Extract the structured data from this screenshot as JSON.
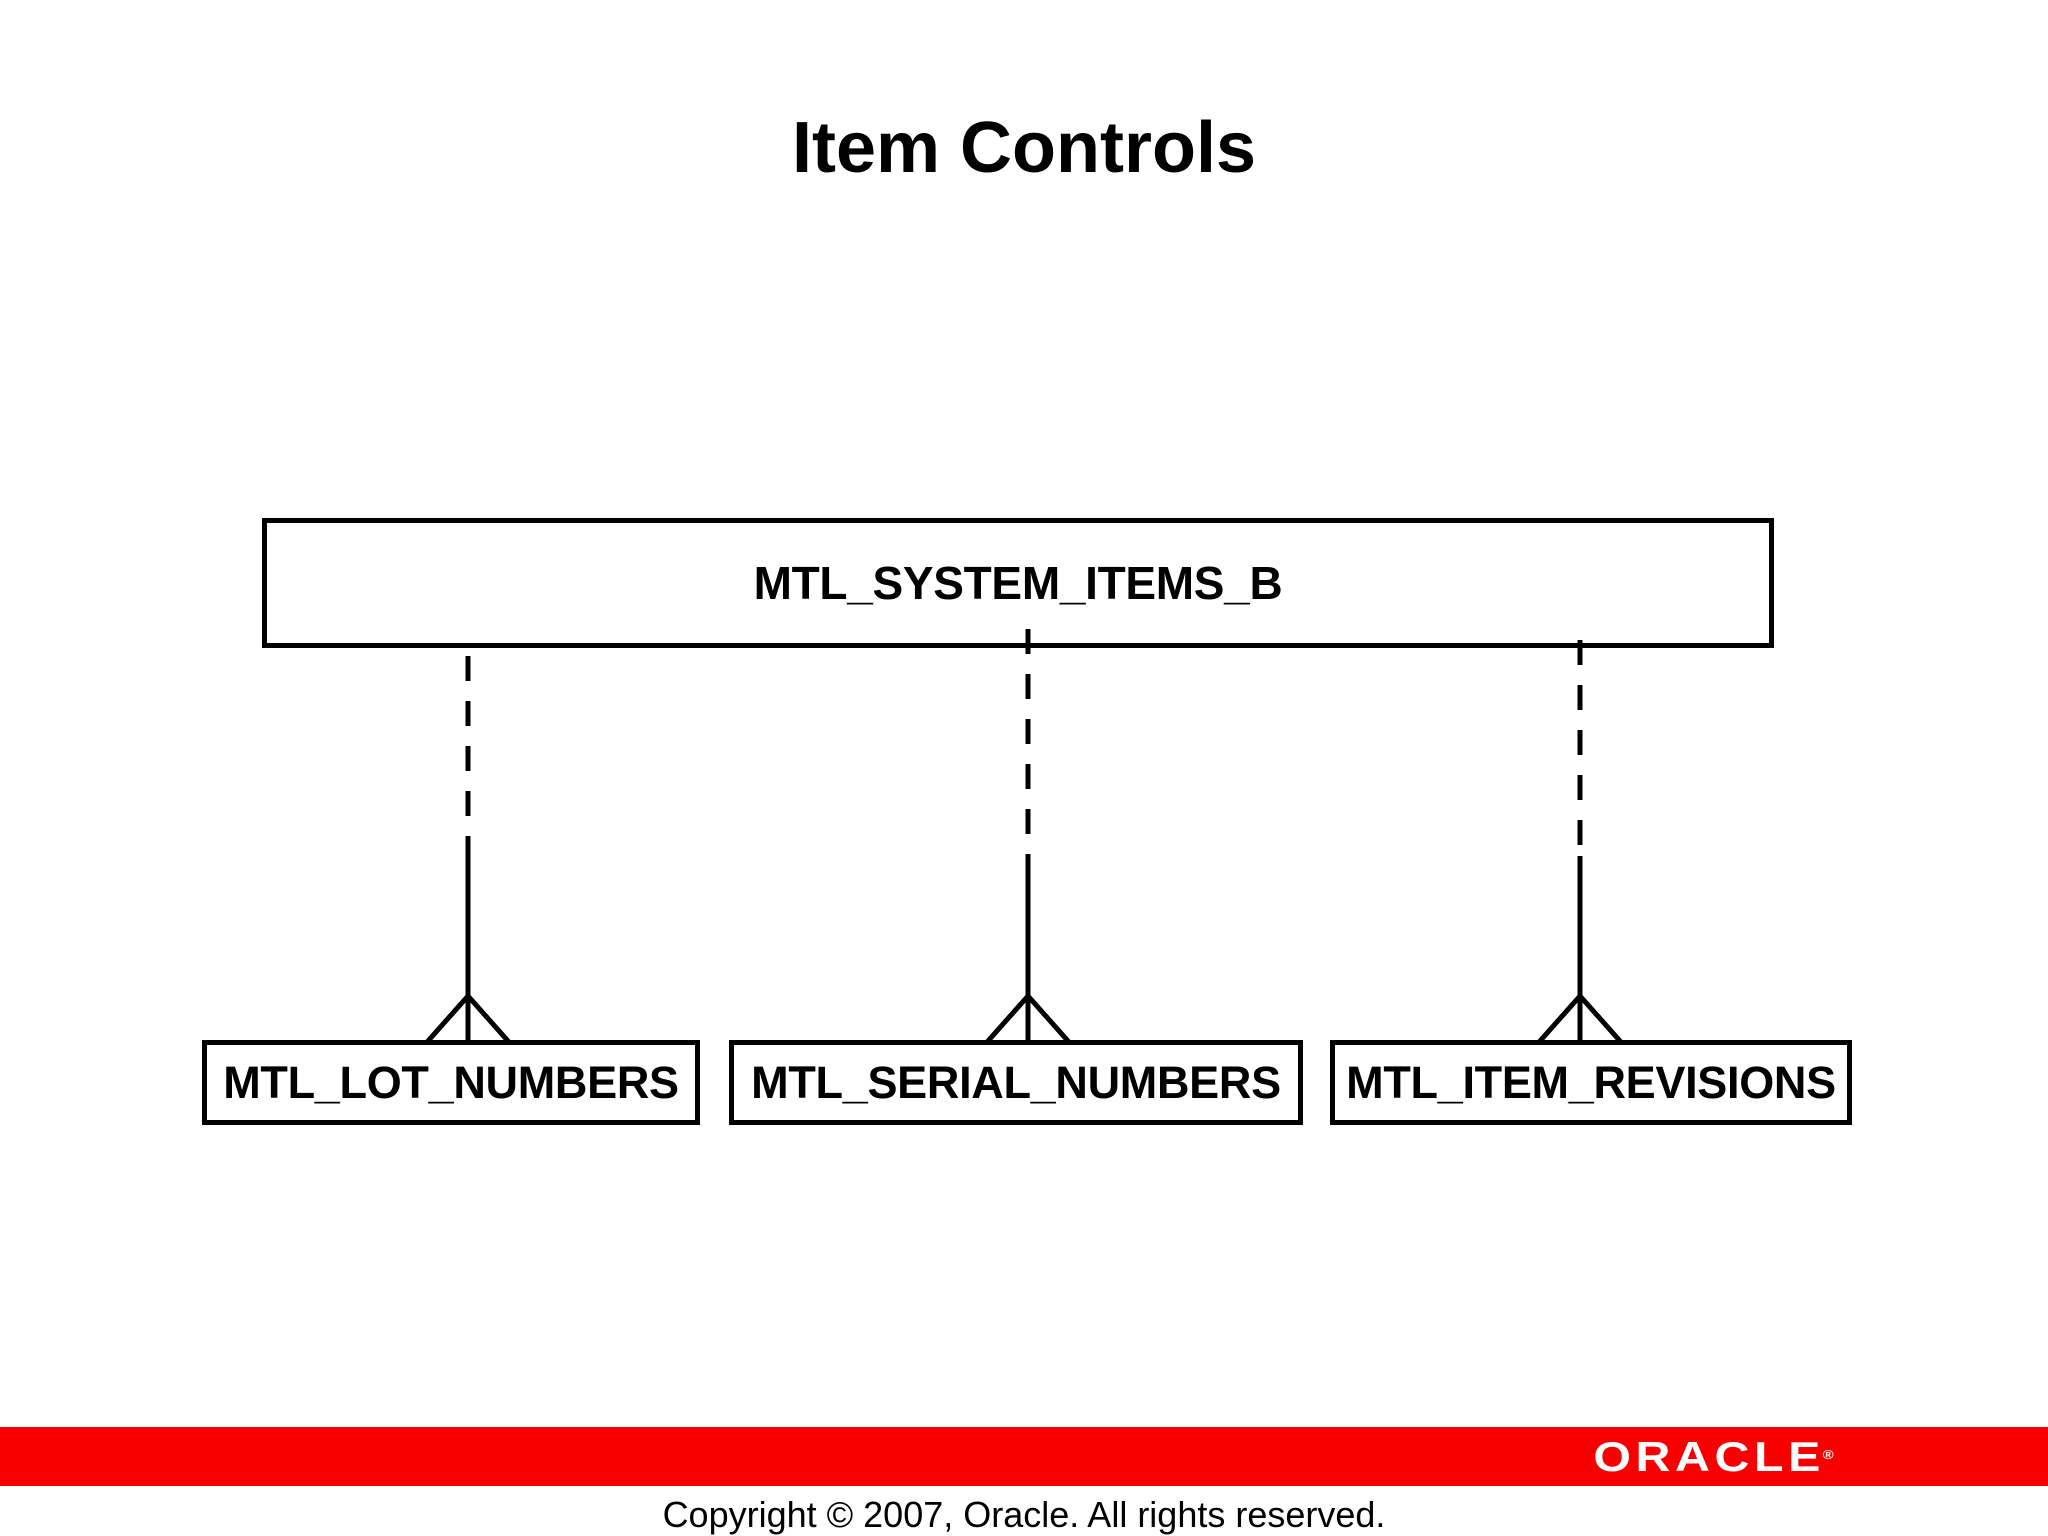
{
  "slide": {
    "title": "Item Controls",
    "footer": {
      "copyright": "Copyright © 2007, Oracle. All rights reserved.",
      "logo_text": "ORACLE",
      "registered_mark": "®",
      "bar_color": "#F80000",
      "logo_color": "#FFFFFF"
    }
  },
  "diagram": {
    "parent_table": {
      "label": "MTL_SYSTEM_ITEMS_B"
    },
    "child_tables": [
      {
        "label": "MTL_LOT_NUMBERS"
      },
      {
        "label": "MTL_SERIAL_NUMBERS"
      },
      {
        "label": "MTL_ITEM_REVISIONS"
      }
    ],
    "relationships": [
      {
        "from": "MTL_SYSTEM_ITEMS_B",
        "to": "MTL_LOT_NUMBERS",
        "parent_end": "dashed-optional",
        "child_end": "crow-foot-many"
      },
      {
        "from": "MTL_SYSTEM_ITEMS_B",
        "to": "MTL_SERIAL_NUMBERS",
        "parent_end": "dashed-optional",
        "child_end": "crow-foot-many"
      },
      {
        "from": "MTL_SYSTEM_ITEMS_B",
        "to": "MTL_ITEM_REVISIONS",
        "parent_end": "dashed-optional",
        "child_end": "crow-foot-many"
      }
    ],
    "line_color": "#000000"
  }
}
